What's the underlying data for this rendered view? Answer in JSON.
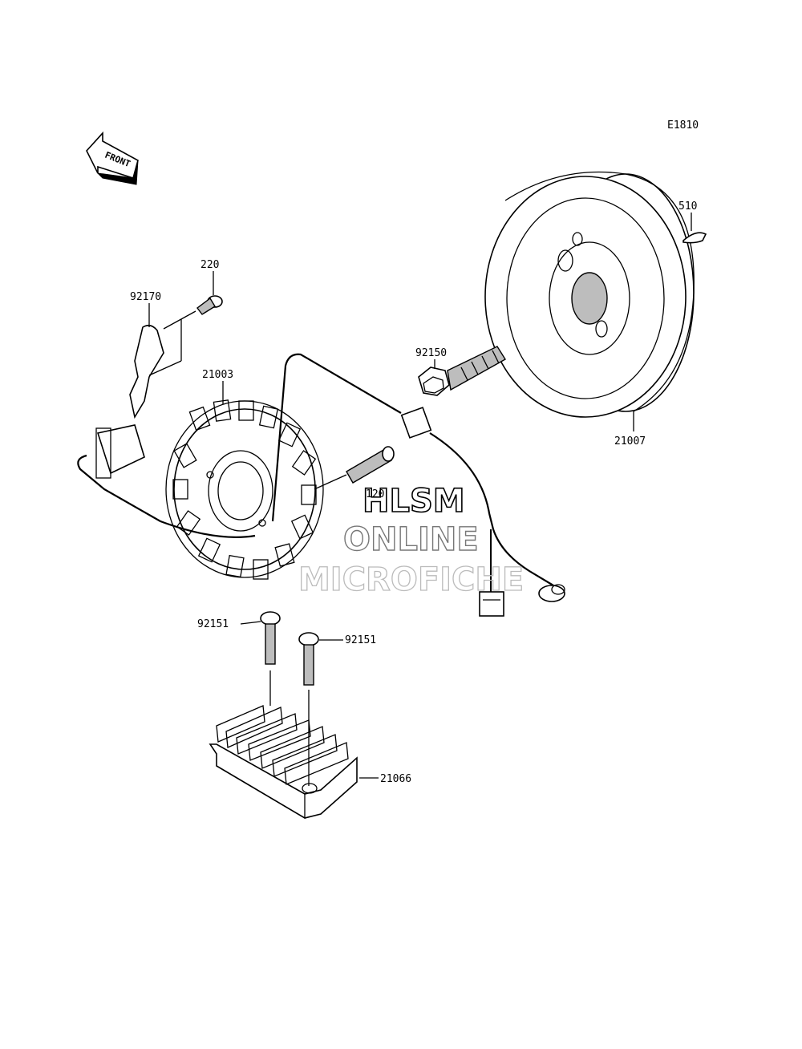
{
  "diagram": {
    "code": "E1810",
    "front_label": "FRONT",
    "parts": {
      "p510": "510",
      "p220": "220",
      "p92170": "92170",
      "p92150": "92150",
      "p21003": "21003",
      "p21007": "21007",
      "p120": "120",
      "p92151_left": "92151",
      "p92151_right": "92151",
      "p21066": "21066"
    },
    "watermark": {
      "line1": "HLSM",
      "line2": "ONLINE",
      "line3": "MICROFICHE"
    }
  }
}
